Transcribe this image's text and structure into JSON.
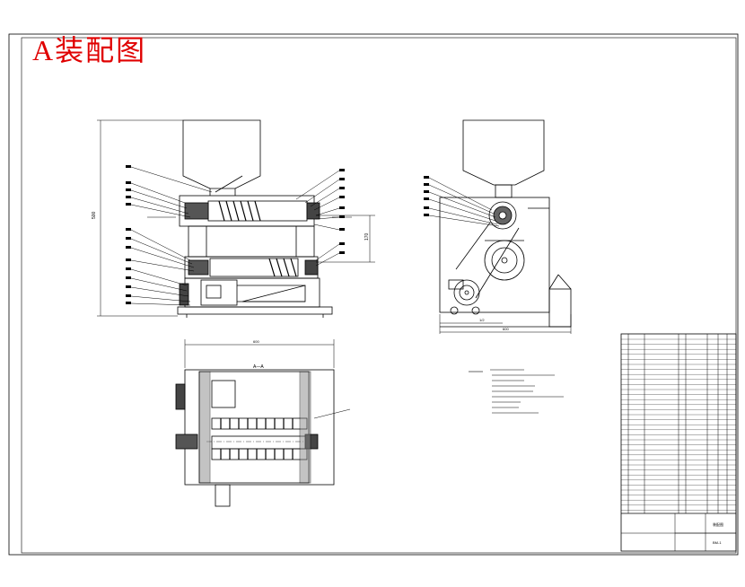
{
  "drawing": {
    "title": "A装配图",
    "section_label": "A—A",
    "dim_front_height": "500",
    "dim_front_mid": "170",
    "dim_side_bottom_left": "1/2",
    "dim_side_width": "600",
    "dim_top_width": "600",
    "title_block_name": "装配图",
    "title_block_code": "BM-1"
  },
  "colors": {
    "title": "#e00000",
    "line": "#000000",
    "paper": "#ffffff"
  }
}
